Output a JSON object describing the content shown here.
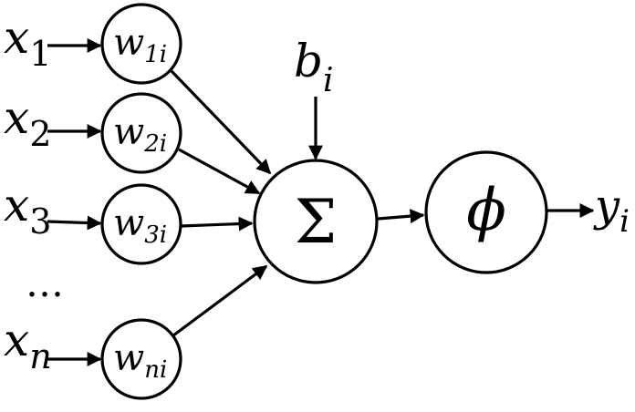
{
  "inputs": [
    {
      "var": "x",
      "sub": "1"
    },
    {
      "var": "x",
      "sub": "2"
    },
    {
      "var": "x",
      "sub": "3"
    },
    {
      "var": "x",
      "sub": "n"
    }
  ],
  "weights": [
    {
      "var": "w",
      "sub": "1i"
    },
    {
      "var": "w",
      "sub": "2i"
    },
    {
      "var": "w",
      "sub": "3i"
    },
    {
      "var": "w",
      "sub": "ni"
    }
  ],
  "ellipsis": "…",
  "bias": {
    "var": "b",
    "sub": "i"
  },
  "sum_symbol": "Σ",
  "activation_symbol": "ϕ",
  "output": {
    "var": "y",
    "sub": "i"
  }
}
